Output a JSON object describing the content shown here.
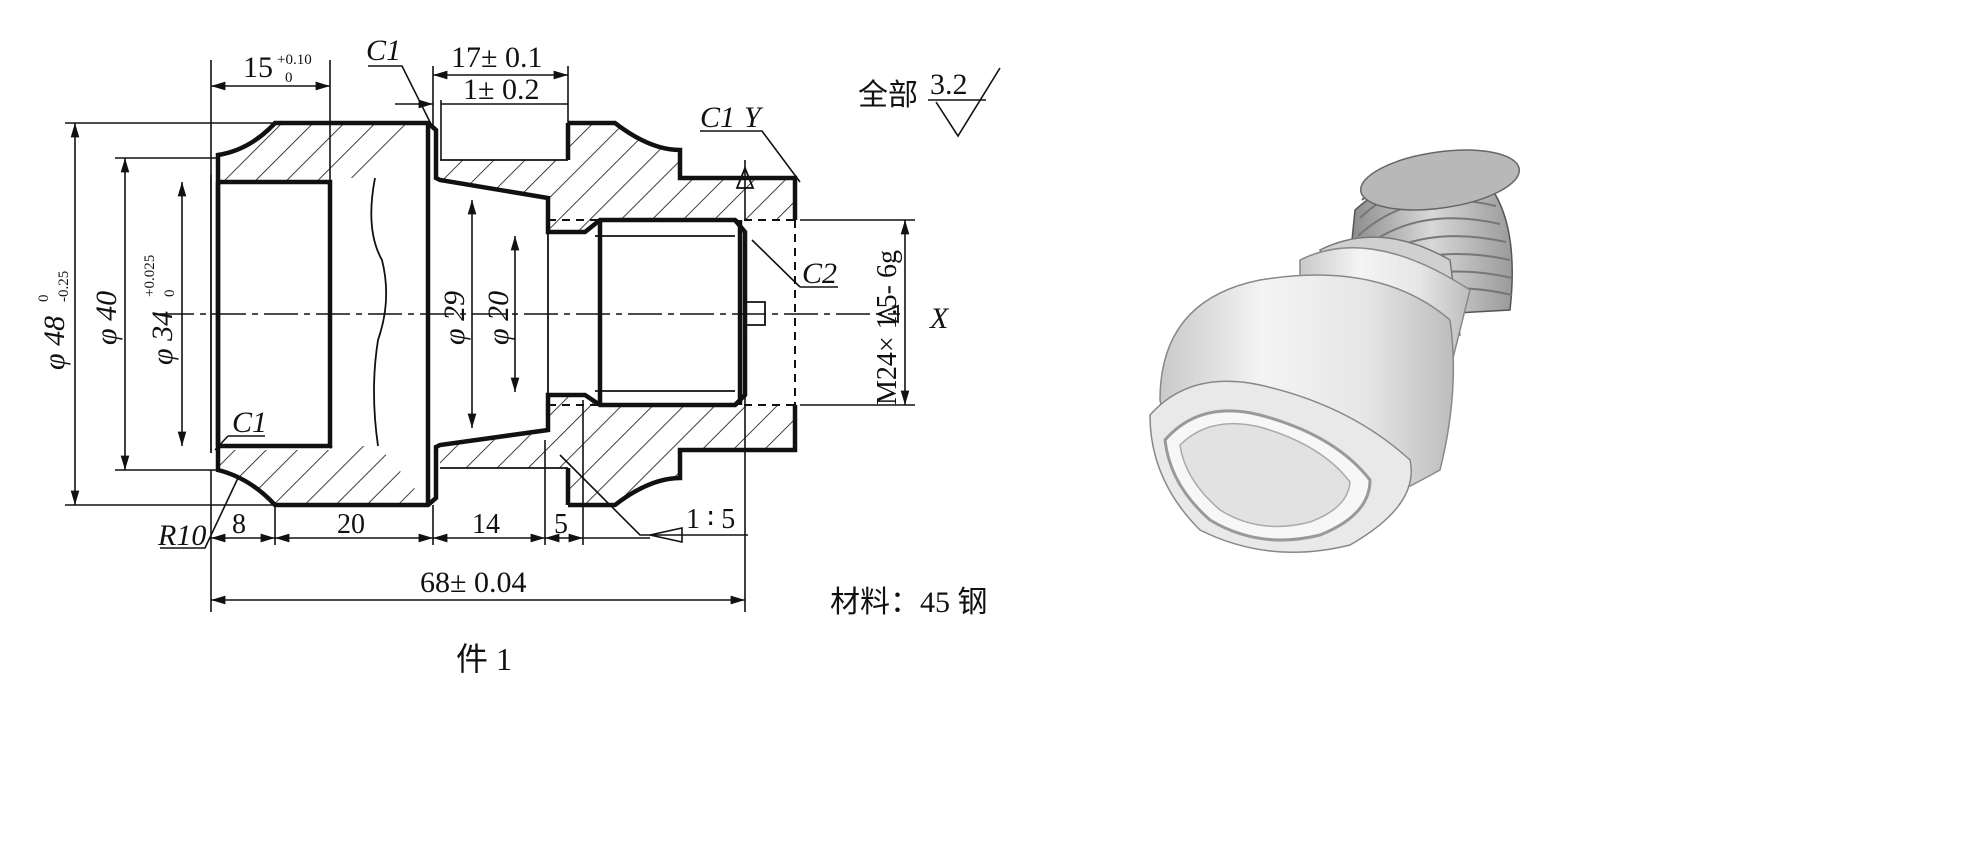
{
  "drawing": {
    "surface_note": "全部",
    "roughness": "3.2",
    "material": "材料：45 钢",
    "part_label": "件 1",
    "axis_x": "X",
    "axis_y": "Y",
    "dims": {
      "d48": "φ 48",
      "d48_tol_upper": "0",
      "d48_tol_lower": "-0.25",
      "d40": "φ 40",
      "d34": "φ 34",
      "d34_tol_upper": "+0.025",
      "d34_tol_lower": "0",
      "d29": "φ 29",
      "d20": "φ 20",
      "thread": "M24× 1.5- 6g",
      "len15": "15",
      "len15_tol_upper": "+0.10",
      "len15_tol_lower": "0",
      "len17": "17± 0.1",
      "len1": "1± 0.2",
      "len8": "8",
      "len20": "20",
      "len14": "14",
      "len5": "5",
      "len68": "68± 0.04",
      "taper": "1 ∶ 5",
      "r10": "R10",
      "c1_top": "C1",
      "c1_y": "C1",
      "c1_bottom": "C1",
      "c2": "C2"
    }
  }
}
